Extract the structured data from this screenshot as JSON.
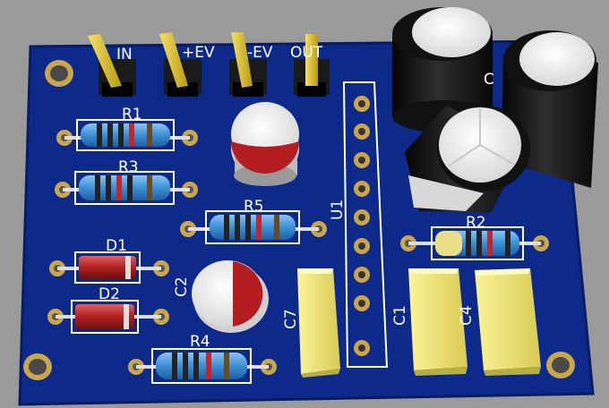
{
  "board": {
    "colors": {
      "background": "#9a9a9a",
      "pcb": "#0d2a8a",
      "pcb_edge": "#081c66",
      "silkscreen": "#ffffff",
      "pad": "#c9a64b",
      "pin": "#e0c020",
      "capacitor_body": "#181818",
      "film_cap": "#f2e77a",
      "diode_body": "#b02020",
      "resistor_body": "#3d8fd6",
      "electrolytic_band": "#b41e23"
    },
    "header_labels": {
      "in": "IN",
      "plus_v": "+EV",
      "minus_v": "-EV",
      "out": "OUT"
    },
    "designators": {
      "r1": "R1",
      "r2": "R2",
      "r3": "R3",
      "r4": "R4",
      "r5": "R5",
      "d1": "D1",
      "d2": "D2",
      "u1": "U1",
      "c1": "C1",
      "c4": "C4",
      "c7": "C7",
      "c2": "C2",
      "c_partial": "C"
    }
  }
}
